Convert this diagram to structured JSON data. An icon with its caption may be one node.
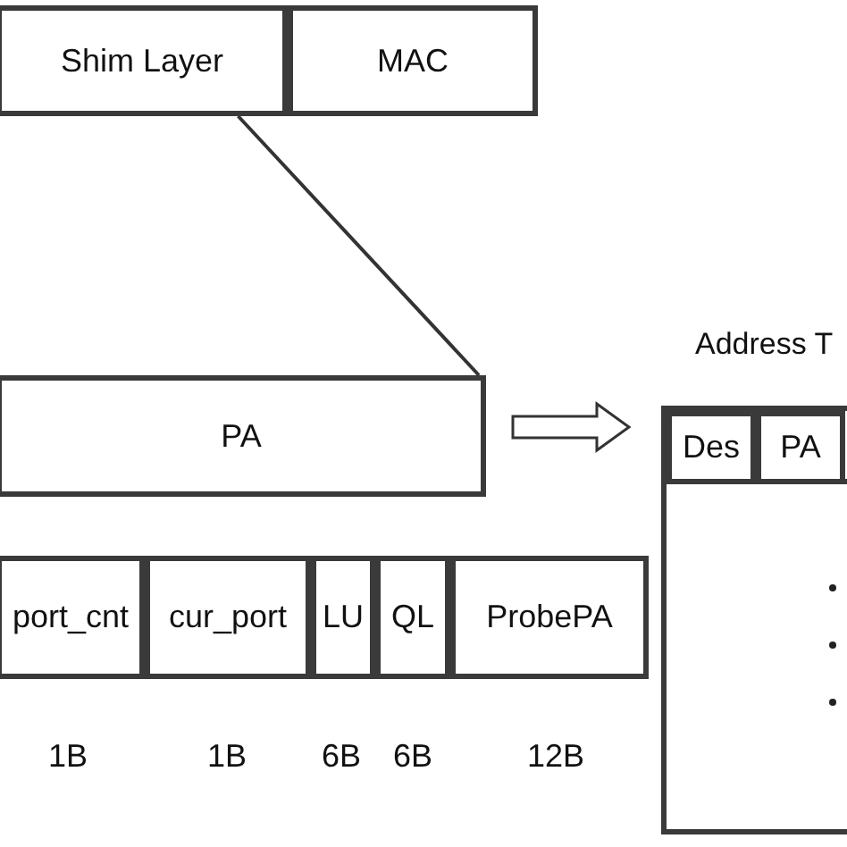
{
  "diagram": {
    "nodes": [
      {
        "text": [
          "Shim Layer"
        ]
      },
      {
        "text": [
          "MAC"
        ]
      },
      {
        "text": [
          "PA"
        ]
      },
      {
        "text": [
          "port_cnt"
        ]
      },
      {
        "text": [
          "cur_port"
        ]
      },
      {
        "text": [
          "LU"
        ]
      },
      {
        "text": [
          "QL"
        ]
      },
      {
        "text": [
          "ProbePA"
        ]
      },
      {
        "text": [
          "Address T"
        ]
      },
      {
        "text": [
          "Des"
        ],
        "in": 8
      },
      {
        "text": [
          "PA"
        ],
        "in": 8
      }
    ],
    "edges": [
      {
        "from": 0,
        "to": 2,
        "arrow": "none"
      },
      {
        "from": 2,
        "to": 8,
        "arrow": "to"
      }
    ],
    "labels": [
      "1B",
      "1B",
      "6B",
      "6B",
      "12B"
    ]
  }
}
